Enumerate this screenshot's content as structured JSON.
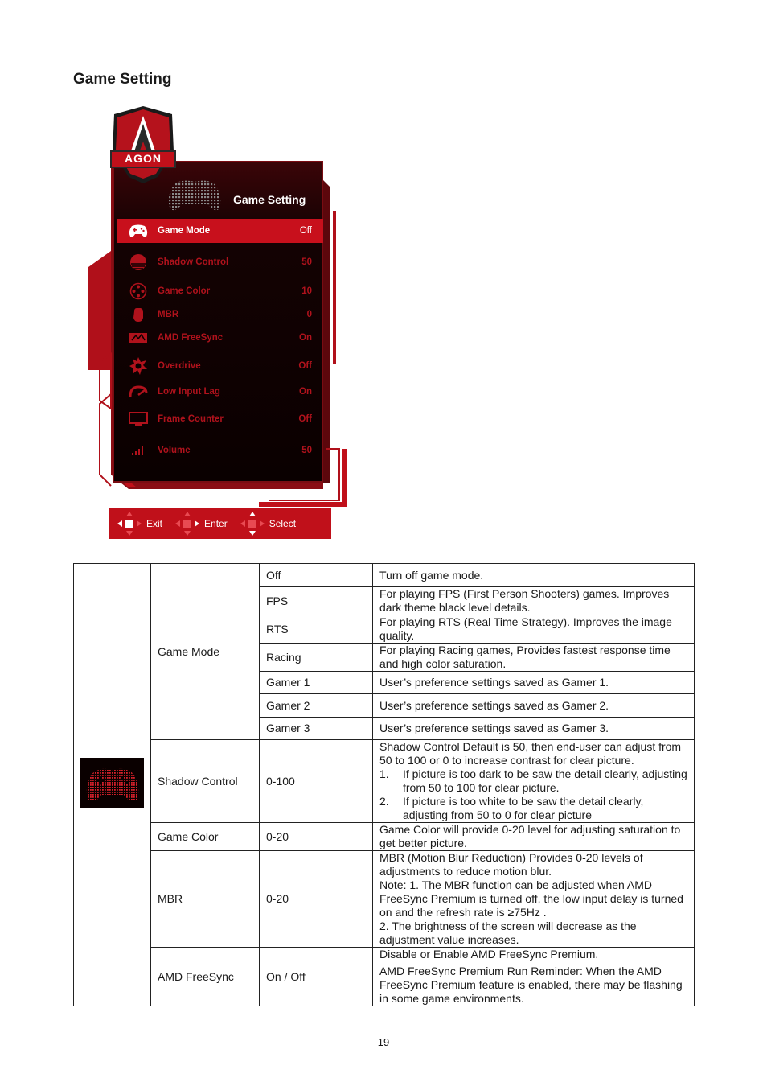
{
  "page": {
    "heading": "Game Setting",
    "page_number": "19"
  },
  "osd": {
    "logo_text": "AGON",
    "header_title": "Game Setting",
    "items": [
      {
        "label": "Game Mode",
        "value": "Off",
        "icon": "gamepad-icon",
        "active": true
      },
      {
        "label": "Shadow Control",
        "value": "50",
        "icon": "shadow-icon"
      },
      {
        "label": "Game Color",
        "value": "10",
        "icon": "color-wheel-icon"
      },
      {
        "label": "MBR",
        "value": "0",
        "icon": "hand-icon"
      },
      {
        "label": "AMD FreeSync",
        "value": "On",
        "icon": "freesync-icon"
      },
      {
        "label": "Overdrive",
        "value": "Off",
        "icon": "overdrive-icon"
      },
      {
        "label": "Low Input Lag",
        "value": "On",
        "icon": "gauge-icon"
      },
      {
        "label": "Frame Counter",
        "value": "Off",
        "icon": "monitor-icon"
      },
      {
        "label": "Volume",
        "value": "50",
        "icon": "volume-icon"
      }
    ],
    "nav": [
      {
        "label": "Exit",
        "icon": "dpad-left-icon"
      },
      {
        "label": "Enter",
        "icon": "dpad-right-icon"
      },
      {
        "label": "Select",
        "icon": "dpad-updown-icon"
      }
    ],
    "accent_color": "#c8101c"
  },
  "table": {
    "game_mode": {
      "name": "Game Mode",
      "options": [
        {
          "value": "Off",
          "desc": "Turn off game mode."
        },
        {
          "value": "FPS",
          "desc": "For playing FPS (First Person Shooters) games. Improves dark theme black level details."
        },
        {
          "value": "RTS",
          "desc": "For playing RTS (Real Time Strategy). Improves the image quality."
        },
        {
          "value": "Racing",
          "desc": "For playing Racing games, Provides fastest response time and high color saturation."
        },
        {
          "value": "Gamer 1",
          "desc": "User’s preference settings saved as Gamer 1."
        },
        {
          "value": "Gamer 2",
          "desc": "User’s preference settings saved as Gamer 2."
        },
        {
          "value": "Gamer 3",
          "desc": "User’s preference settings saved as Gamer 3."
        }
      ]
    },
    "shadow_control": {
      "name": "Shadow Control",
      "range": "0-100",
      "desc_intro": "Shadow Control Default is 50, then end-user can adjust from 50 to 100 or 0 to increase contrast for clear picture.",
      "items": [
        {
          "num": "1.",
          "text": "If picture is too dark to be saw the detail clearly, adjusting from 50 to 100 for clear picture."
        },
        {
          "num": "2.",
          "text": "If picture is too white to be saw the detail clearly, adjusting from 50 to 0 for clear picture"
        }
      ]
    },
    "game_color": {
      "name": "Game Color",
      "range": "0-20",
      "desc": "Game Color will provide 0-20 level for adjusting saturation to get better picture."
    },
    "mbr": {
      "name": "MBR",
      "range": "0-20",
      "desc_1": "MBR (Motion Blur Reduction) Provides 0-20 levels of adjustments to reduce motion blur.",
      "desc_2": "Note: 1. The MBR function can be adjusted when AMD FreeSync Premium is turned off, the low input delay is turned on and the refresh rate is ≥75Hz .",
      "desc_3": "2. The brightness of the screen will decrease as the adjustment value increases."
    },
    "freesync": {
      "name": "AMD FreeSync",
      "range": "On / Off",
      "desc_1": "Disable or Enable AMD FreeSync Premium.",
      "desc_2": "AMD FreeSync Premium Run Reminder: When the AMD FreeSync Premium feature is enabled, there may be flashing in some game environments."
    }
  }
}
